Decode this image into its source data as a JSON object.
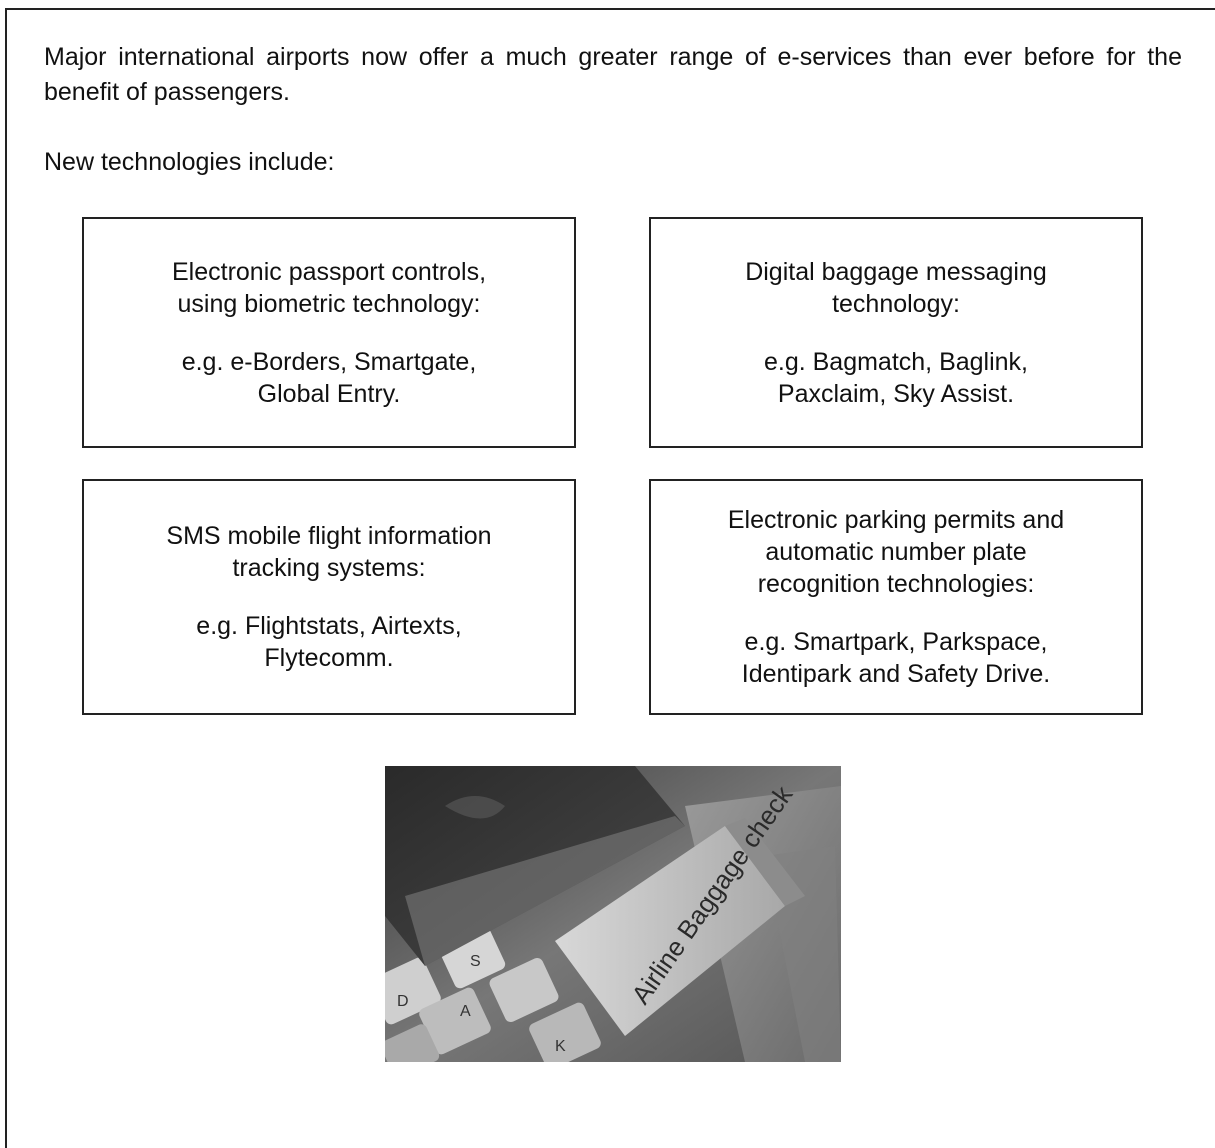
{
  "intro": {
    "paragraph": "Major international airports now offer a much greater range of e-services than ever before for the benefit of passengers.",
    "lead": "New technologies include:"
  },
  "technologies": [
    {
      "heading_lines": [
        "Electronic passport controls,",
        "using biometric technology:"
      ],
      "example_lines": [
        "e.g. e-Borders, Smartgate,",
        "Global Entry."
      ]
    },
    {
      "heading_lines": [
        "Digital baggage messaging",
        "technology:"
      ],
      "example_lines": [
        "e.g. Bagmatch, Baglink,",
        "Paxclaim, Sky Assist."
      ]
    },
    {
      "heading_lines": [
        "SMS mobile flight information",
        "tracking systems:"
      ],
      "example_lines": [
        "e.g. Flightstats, Airtexts,",
        "Flytecomm."
      ]
    },
    {
      "heading_lines": [
        "Electronic parking permits and",
        "automatic number plate",
        "recognition technologies:"
      ],
      "example_lines": [
        "e.g. Smartpark, Parkspace,",
        "Identipark and Safety Drive."
      ]
    }
  ],
  "photo": {
    "tag_text": "Airline Baggage check",
    "key_letters": [
      "D",
      "S",
      "A",
      "K"
    ]
  }
}
